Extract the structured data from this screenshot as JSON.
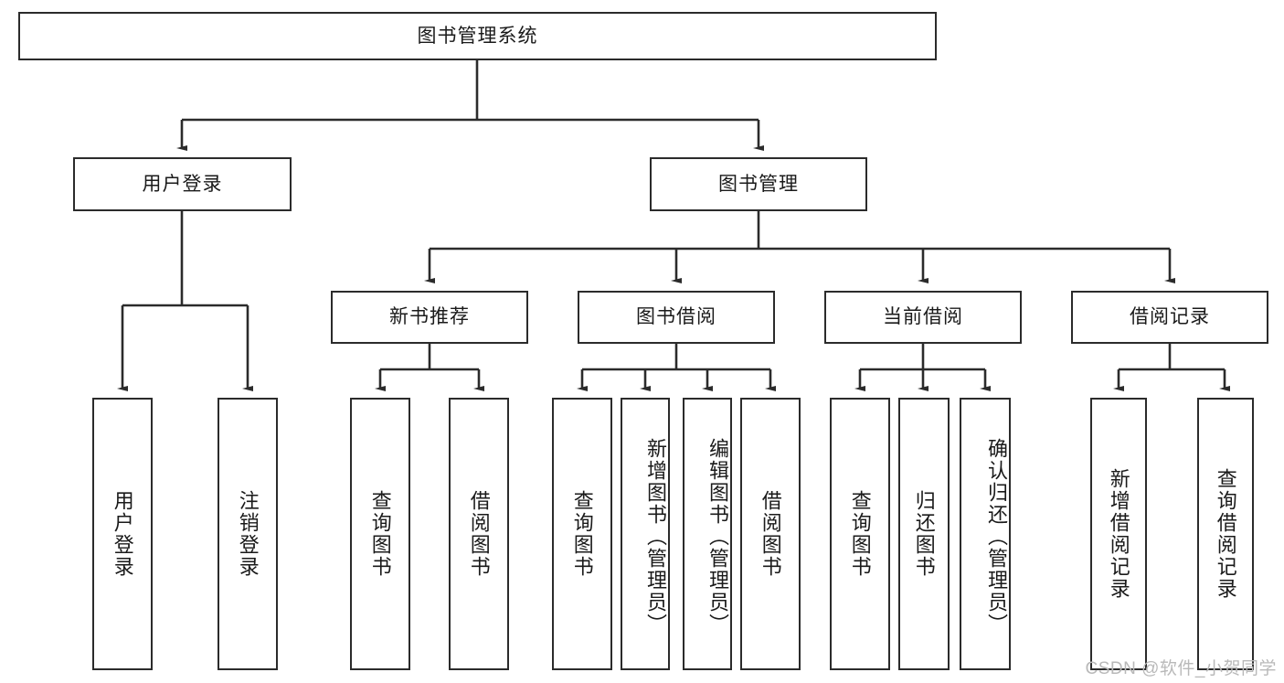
{
  "diagram": {
    "type": "tree-hierarchy",
    "title": "图书管理系统",
    "watermark": "CSDN @软件_小贺同学",
    "colors": {
      "box_border": "#2b2b2b",
      "box_fill": "#ffffff",
      "edge": "#2b2b2b",
      "text": "#1a1a1a",
      "watermark": "#b9b9b9",
      "background": "#ffffff"
    },
    "root": {
      "label": "图书管理系统"
    },
    "level2": [
      {
        "label": "用户登录"
      },
      {
        "label": "图书管理"
      }
    ],
    "level3": [
      {
        "label": "新书推荐"
      },
      {
        "label": "图书借阅"
      },
      {
        "label": "当前借阅"
      },
      {
        "label": "借阅记录"
      }
    ],
    "leaves": {
      "user_login": [
        {
          "label": "用户登录"
        },
        {
          "label": "注销登录"
        }
      ],
      "new_book": [
        {
          "label": "查询图书"
        },
        {
          "label": "借阅图书"
        }
      ],
      "book_borrow": [
        {
          "label": "查询图书"
        },
        {
          "label": "新增图书（管理员）"
        },
        {
          "label": "编辑图书（管理员）"
        },
        {
          "label": "借阅图书"
        }
      ],
      "current_borrow": [
        {
          "label": "查询图书"
        },
        {
          "label": "归还图书"
        },
        {
          "label": "确认归还（管理员）"
        }
      ],
      "borrow_record": [
        {
          "label": "新增借阅记录"
        },
        {
          "label": "查询借阅记录"
        }
      ]
    }
  }
}
